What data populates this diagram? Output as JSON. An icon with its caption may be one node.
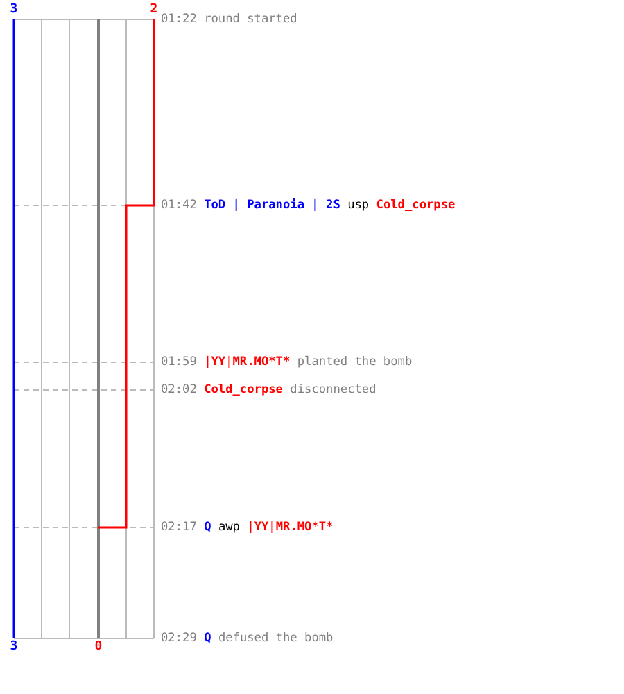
{
  "diagram": {
    "labels": [
      "3",
      "2",
      "01:22",
      "round started",
      "01:42",
      "ToD | Paranoia | 2S",
      "usp",
      "Cold_corpse",
      "01:59",
      "|YY|MR.MO*T*",
      "planted the bomb",
      "02:02",
      "Cold_corpse",
      "disconnected",
      "02:17",
      "Q",
      "awp",
      "|YY|MR.MO*T*",
      "02:29",
      "Q",
      "defused the bomb",
      "3",
      "0"
    ]
  }
}
